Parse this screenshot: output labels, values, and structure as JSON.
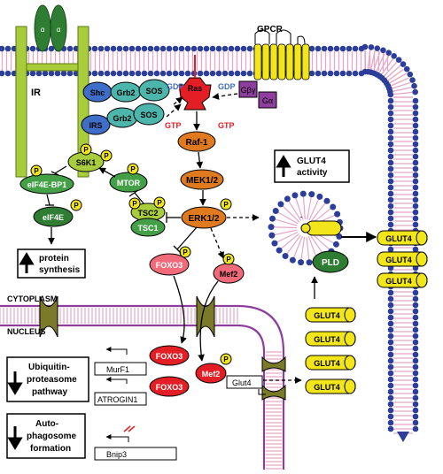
{
  "labels": {
    "ir": "IR",
    "gpcr": "GPCR",
    "alpha1": "α",
    "alpha2": "α",
    "shc": "Shc",
    "grb2_top": "Grb2",
    "sos_top": "SOS",
    "irs": "IRS",
    "grb2_bottom": "Grb2",
    "sos_bottom": "SOS",
    "gdp_left": "GDP",
    "gdp_right": "GDP",
    "gtp_left": "GTP",
    "gtp_right": "GTP",
    "ras": "Ras",
    "gbg": "Gβγ",
    "ga": "Gα",
    "raf1": "Raf-1",
    "mek": "MEK1/2",
    "erk": "ERK1/2",
    "s6k1": "S6K1",
    "mtor": "MTOR",
    "eif4ebp1": "eIF4E-BP1",
    "eif4e": "eIF4E",
    "tsc2": "TSC2",
    "tsc1": "TSC1",
    "foxo3_top": "FOXO3",
    "mef2_top": "Mef2",
    "foxo3_nuc1": "FOXO3",
    "foxo3_nuc2": "FOXO3",
    "mef2_nuc": "Mef2",
    "pld": "PLD",
    "p": "P",
    "cytoplasm": "CYTOPLASM",
    "nucleus": "NUCLEUS",
    "murf1": "MurF1",
    "atrogin1": "ATROGIN1",
    "glut4_gene": "Glut4",
    "bnip3": "Bnip3",
    "glut4_vesicles": [
      "GLUT4",
      "GLUT4",
      "GLUT4",
      "GLUT4"
    ],
    "glut4_membrane": [
      "GLUT4",
      "GLUT4",
      "GLUT4"
    ]
  },
  "boxes": {
    "glut4_activity": [
      "GLUT4",
      "activity"
    ],
    "protein_synthesis": [
      "protein",
      "synthesis"
    ],
    "ubiquitin": [
      "Ubiquitin-",
      "proteasome",
      "pathway"
    ],
    "autophagosome": [
      "Auto-",
      "phagosome",
      "formation"
    ]
  },
  "colors": {
    "light_green": "#a8cc3c",
    "dark_green": "#2e7d32",
    "mid_green": "#43a047",
    "orange": "#e07a1f",
    "teal": "#4db6ac",
    "blue": "#3f6ec8",
    "ras_red": "#e31e24",
    "purple": "#8e3e9c",
    "yellow": "#f2e61a",
    "pink": "#f06a7a",
    "olive": "#7a7a2a",
    "membrane_head": "#2c3e9a",
    "membrane_tail": "#e7a6c8"
  }
}
